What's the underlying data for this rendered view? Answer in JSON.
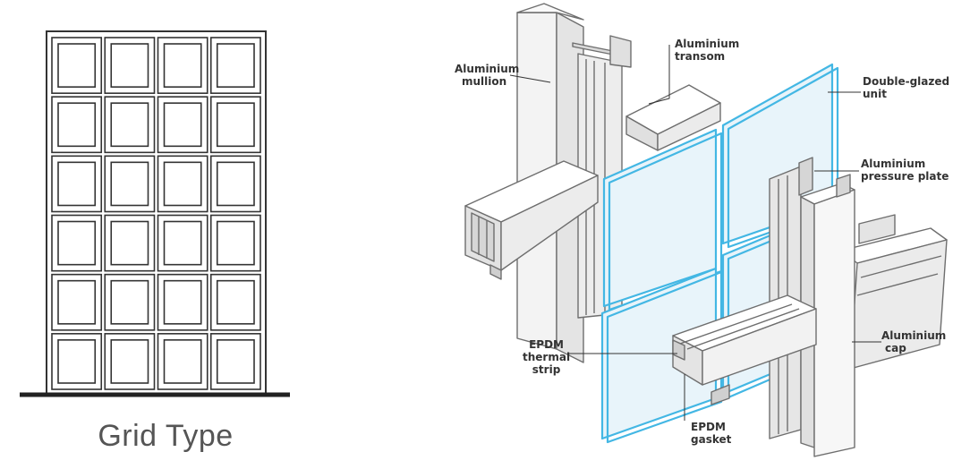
{
  "grid": {
    "caption": "Grid Type",
    "rows": 6,
    "cols": 4
  },
  "labels": {
    "mullion": [
      "Aluminium",
      "mullion"
    ],
    "transom": [
      "Aluminium",
      "transom"
    ],
    "glazed": [
      "Double-glazed",
      "unit"
    ],
    "pressure_plate": [
      "Aluminium",
      "pressure plate"
    ],
    "cap": [
      "Aluminium",
      "cap"
    ],
    "thermal_strip": [
      "EPDM",
      "thermal",
      "strip"
    ],
    "gasket": [
      "EPDM",
      "gasket"
    ]
  },
  "colors": {
    "glass": "#43b7e4",
    "glass_fill": "#e8f4fa",
    "metal": "#6e6e6e",
    "metal_fill": "#f3f3f3"
  }
}
